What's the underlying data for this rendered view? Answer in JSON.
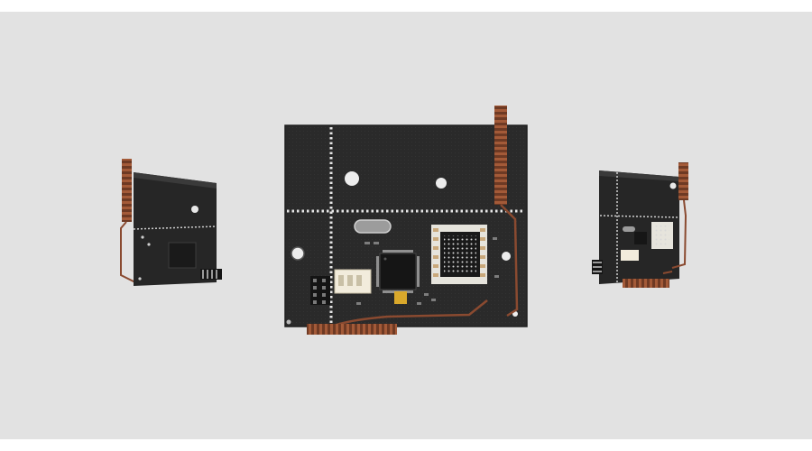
{
  "scene": {
    "background_color": "#e2e2e2",
    "frame_color": "#ffffff",
    "board_color": "#2b2b2b",
    "antenna_color": "#8a4a30",
    "boards": [
      {
        "view": "left-back-angled"
      },
      {
        "view": "center-front"
      },
      {
        "view": "right-front-angled"
      }
    ]
  }
}
